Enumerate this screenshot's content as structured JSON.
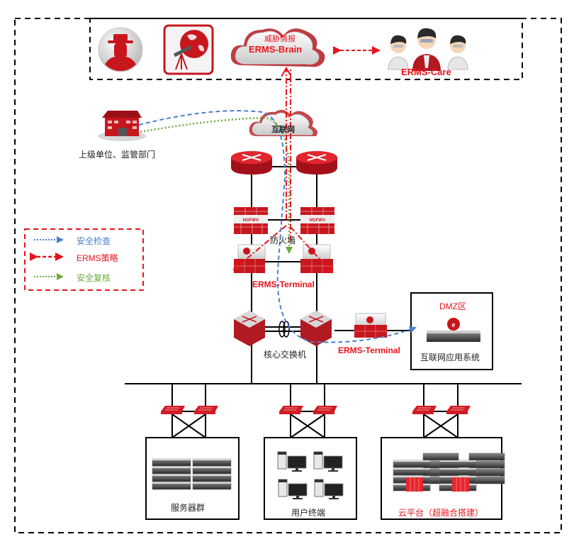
{
  "top_zone": {
    "cloud_label_cn": "威胁情报",
    "cloud_label_en": "ERMS-Brain",
    "care_label": "ERMS-Care",
    "icons": [
      "hacker-icon",
      "globe-telescope-icon",
      "cloud-icon",
      "expert-team-icon"
    ]
  },
  "internet": {
    "label": "互联网"
  },
  "superior": {
    "label": "上级单位、监管部门"
  },
  "firewall": {
    "label": "防火墙",
    "device_badge": "NGFW"
  },
  "terminal_top": {
    "label": "ERMS-Terminal"
  },
  "core_switch": {
    "label": "核心交换机"
  },
  "terminal_dmz": {
    "label": "ERMS-Terminal"
  },
  "dmz": {
    "title": "DMZ区",
    "system_label": "互联网应用系统"
  },
  "legend": {
    "items": [
      {
        "label": "安全检查",
        "color": "#4a7fd0",
        "style": "dotted-arrow"
      },
      {
        "label": "ERMS策略",
        "color": "#e8141c",
        "style": "dashed-double-arrow"
      },
      {
        "label": "安全复核",
        "color": "#6aaa3a",
        "style": "dotted-arrow"
      }
    ]
  },
  "zones": [
    {
      "label": "服务器群"
    },
    {
      "label": "用户终端"
    },
    {
      "label": "云平台（超融合搭建）"
    }
  ],
  "colors": {
    "brand_red": "#e8141c",
    "device_red": "#c8161d",
    "check_blue": "#4a7fd0",
    "review_green": "#6aaa3a"
  }
}
